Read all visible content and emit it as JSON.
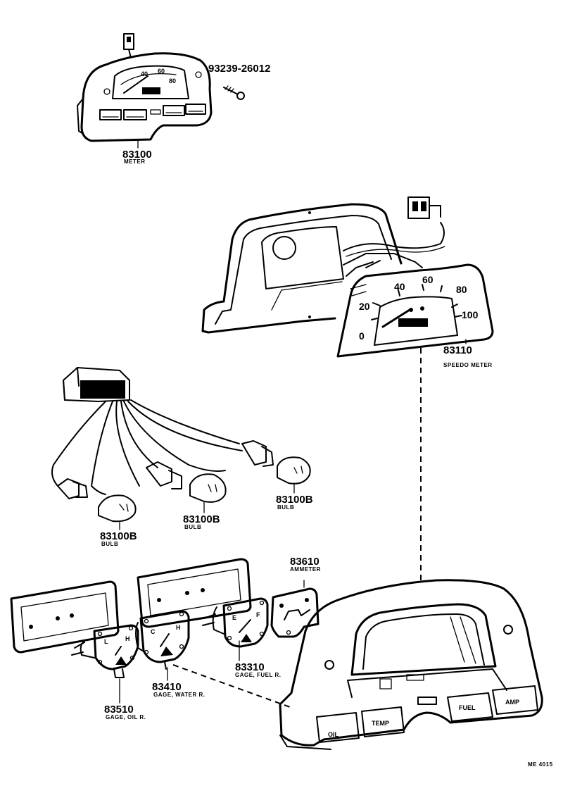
{
  "parts": {
    "screw": {
      "number": "93239-26012"
    },
    "meter": {
      "number": "83100",
      "name": "METER"
    },
    "speedometer": {
      "number": "83110",
      "name": "SPEEDO METER",
      "dial": [
        "0",
        "20",
        "40",
        "60",
        "80",
        "100"
      ]
    },
    "bulb_right": {
      "number": "83100B",
      "name": "BULB"
    },
    "bulb_middle": {
      "number": "83100B",
      "name": "BULB"
    },
    "bulb_left": {
      "number": "83100B",
      "name": "BULB"
    },
    "ammeter": {
      "number": "83610",
      "name": "AMMETER"
    },
    "fuel_gage": {
      "number": "83310",
      "name": "GAGE, FUEL R."
    },
    "water_gage": {
      "number": "83410",
      "name": "GAGE, WATER R."
    },
    "oil_gage": {
      "number": "83510",
      "name": "GAGE, OIL R."
    }
  },
  "gauge_marks": {
    "oil": [
      "L",
      "H"
    ],
    "water": [
      "C",
      "H"
    ],
    "fuel": [
      "E",
      "F"
    ]
  },
  "cluster_labels": [
    "OIL",
    "TEMP",
    "FUEL",
    "AMP"
  ],
  "figure_code": "ME 4015"
}
